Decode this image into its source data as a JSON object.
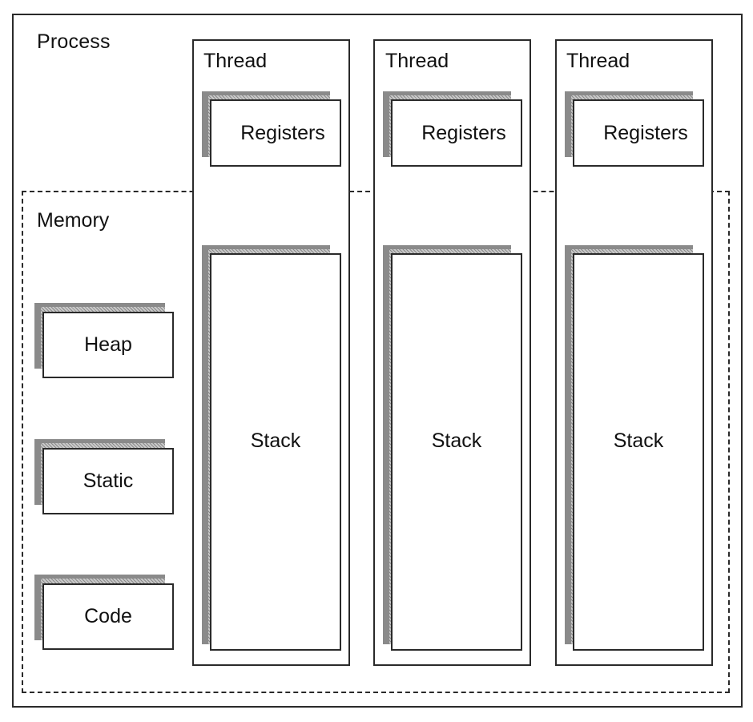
{
  "process": {
    "label": "Process"
  },
  "memory": {
    "label": "Memory",
    "blocks": [
      {
        "label": "Heap"
      },
      {
        "label": "Static"
      },
      {
        "label": "Code"
      }
    ]
  },
  "threads": [
    {
      "label": "Thread",
      "registers": "Registers",
      "stack": "Stack"
    },
    {
      "label": "Thread",
      "registers": "Registers",
      "stack": "Stack"
    },
    {
      "label": "Thread",
      "registers": "Registers",
      "stack": "Stack"
    }
  ]
}
